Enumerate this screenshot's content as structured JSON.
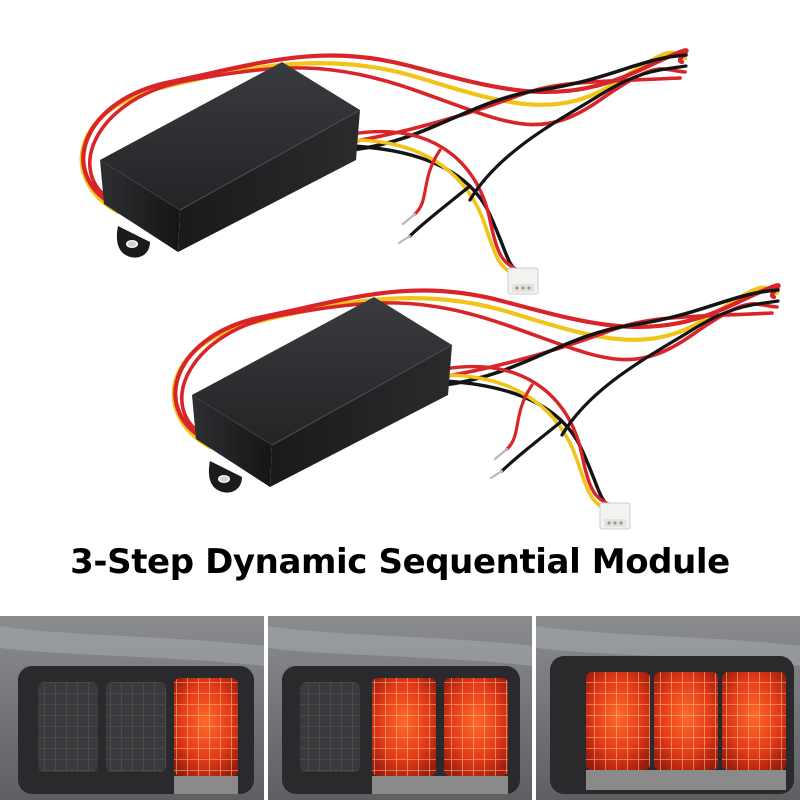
{
  "caption": "3-Step Dynamic Sequential Module",
  "colors": {
    "module_body": "#1c1c1e",
    "wire_red": "#d9252a",
    "wire_yellow": "#f0c419",
    "wire_black": "#141414",
    "connector": "#f2f2f0",
    "lamp_lit": "#e8391a",
    "lamp_dark": "#2a2a2c",
    "car_body": "#6e7075"
  },
  "modules": [
    {
      "name": "module-unit-1"
    },
    {
      "name": "module-unit-2"
    }
  ],
  "sequence_panels": [
    {
      "name": "step-1",
      "lit_segments": 1,
      "segments_total": 3
    },
    {
      "name": "step-2",
      "lit_segments": 2,
      "segments_total": 3
    },
    {
      "name": "step-3",
      "lit_segments": 3,
      "segments_total": 3
    }
  ]
}
